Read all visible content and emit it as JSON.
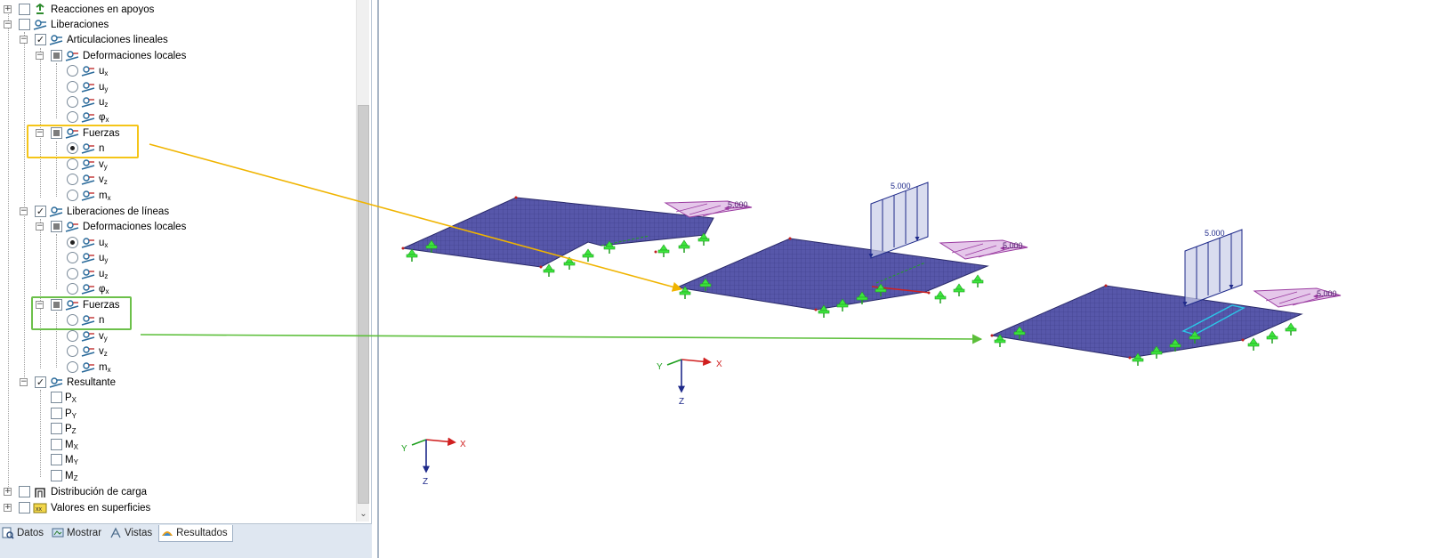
{
  "tree": {
    "items": [
      {
        "label": "Reacciones en apoyos",
        "sub": ""
      },
      {
        "label": "Liberaciones",
        "sub": ""
      },
      {
        "label": "Articulaciones lineales",
        "sub": ""
      },
      {
        "label": "Deformaciones locales",
        "sub": ""
      },
      {
        "label": "u",
        "sub": "x"
      },
      {
        "label": "u",
        "sub": "y"
      },
      {
        "label": "u",
        "sub": "z"
      },
      {
        "label": "φ",
        "sub": "x"
      },
      {
        "label": "Fuerzas",
        "sub": ""
      },
      {
        "label": "n",
        "sub": ""
      },
      {
        "label": "v",
        "sub": "y"
      },
      {
        "label": "v",
        "sub": "z"
      },
      {
        "label": "m",
        "sub": "x"
      },
      {
        "label": "Liberaciones de líneas",
        "sub": ""
      },
      {
        "label": "Deformaciones locales",
        "sub": ""
      },
      {
        "label": "u",
        "sub": "x"
      },
      {
        "label": "u",
        "sub": "y"
      },
      {
        "label": "u",
        "sub": "z"
      },
      {
        "label": "φ",
        "sub": "x"
      },
      {
        "label": "Fuerzas",
        "sub": ""
      },
      {
        "label": "n",
        "sub": ""
      },
      {
        "label": "v",
        "sub": "y"
      },
      {
        "label": "v",
        "sub": "z"
      },
      {
        "label": "m",
        "sub": "x"
      },
      {
        "label": "Resultante",
        "sub": ""
      },
      {
        "label": "P",
        "sub": "X"
      },
      {
        "label": "P",
        "sub": "Y"
      },
      {
        "label": "P",
        "sub": "Z"
      },
      {
        "label": "M",
        "sub": "X"
      },
      {
        "label": "M",
        "sub": "Y"
      },
      {
        "label": "M",
        "sub": "Z"
      },
      {
        "label": "Distribución de carga",
        "sub": ""
      },
      {
        "label": "Valores en superficies",
        "sub": ""
      }
    ]
  },
  "tabs": {
    "datos": "Datos",
    "mostrar": "Mostrar",
    "vistas": "Vistas",
    "resultados": "Resultados"
  },
  "view": {
    "load_value_1": "5.000",
    "load_value_2": "5.000",
    "load_value_3": "5.000",
    "load_value_4": "5.000",
    "load_value_5": "5.000",
    "axis_x": "X",
    "axis_y": "Y",
    "axis_z": "Z",
    "axis2_x": "X",
    "axis2_y": "Y",
    "axis2_z": "Z"
  },
  "colors": {
    "highlight_yellow": "#f5c518",
    "highlight_green": "#6cc04a",
    "arrow_yellow": "#f0b400",
    "arrow_green": "#5cbf3a",
    "plate": "#5555a8",
    "support": "#3ee63e",
    "load_blue": "#1f2a8a",
    "load_purple": "#9a3aa0"
  }
}
